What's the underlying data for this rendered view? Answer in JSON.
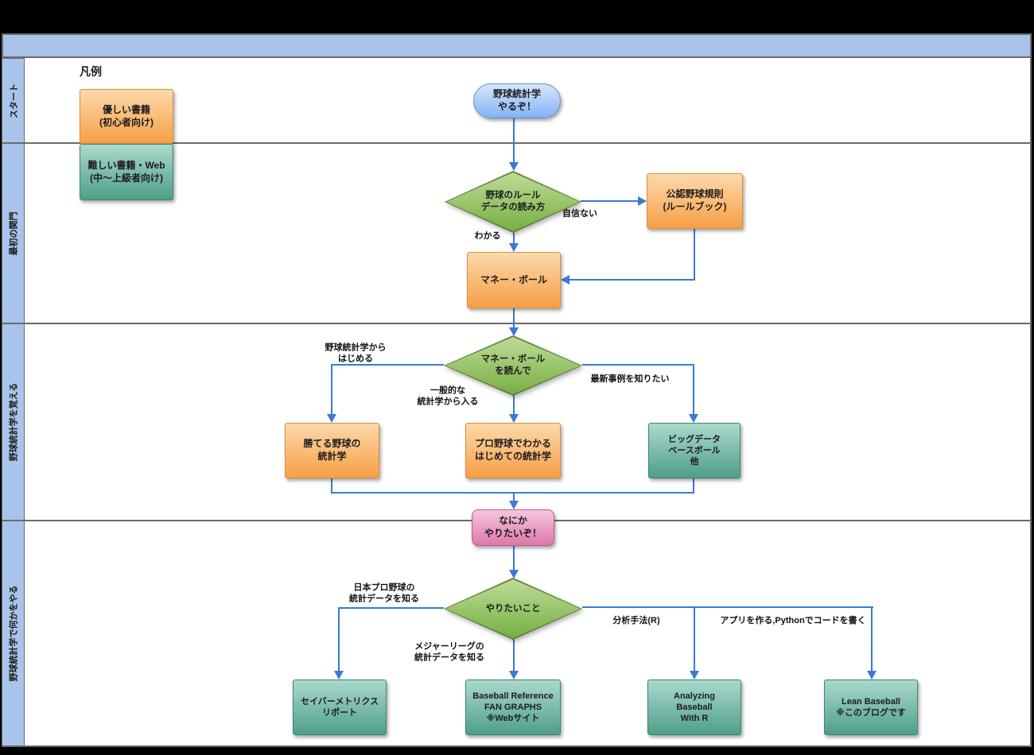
{
  "colors": {
    "edge": "#3b79d7",
    "lane_fill": "#a9c4eb",
    "orange_node": "#f79f46",
    "teal_node": "#4f9f8b",
    "green_decision": "#78ae44",
    "blue_start": "#83b3f4",
    "pink_node": "#dc78ab"
  },
  "pool": {
    "title": ""
  },
  "lanes": [
    {
      "label": "スタート"
    },
    {
      "label": "最初の関門"
    },
    {
      "label": "野球統計学を覚える"
    },
    {
      "label": "野球統計学で何かをやる"
    }
  ],
  "legend": {
    "title": "凡例",
    "beginner": "優しい書籍\n(初心者向け)",
    "advanced": "難しい書籍・Web\n(中〜上級者向け)"
  },
  "nodes": {
    "start": "野球統計学\nやるぞ！",
    "d_rules": "野球のルール\nデータの読み方",
    "rulebook": "公認野球規則\n(ルールブック)",
    "moneyball": "マネー・ボール",
    "d_moneyball": "マネー・ボール\nを読んで",
    "win_stats": "勝てる野球の\n統計学",
    "pro_stats": "プロ野球でわかる\nはじめての統計学",
    "bigdata": "ビッグデータ\nベースボール\n他",
    "want": "なにか\nやりたいぞ！",
    "d_want": "やりたいこと",
    "saber_report": "セイバーメトリクス\nリポート",
    "bbref": "Baseball Reference\nFAN GRAPHS\n※Webサイト",
    "analyzing_r": "Analyzing\nBaseball\nWith R",
    "lean_baseball": "Lean Baseball\n※このブログです"
  },
  "edge_labels": {
    "understand": "わかる",
    "not_confident": "自信ない",
    "start_from_stats": "野球統計学から\nはじめる",
    "general_stats": "一般的な\n統計学から入る",
    "latest_cases": "最新事例を知りたい",
    "npb_data": "日本プロ野球の\n統計データを知る",
    "mlb_data": "メジャーリーグの\n統計データを知る",
    "analysis_r": "分析手法(R)",
    "build_app": "アプリを作る,Pythonでコードを書く"
  }
}
